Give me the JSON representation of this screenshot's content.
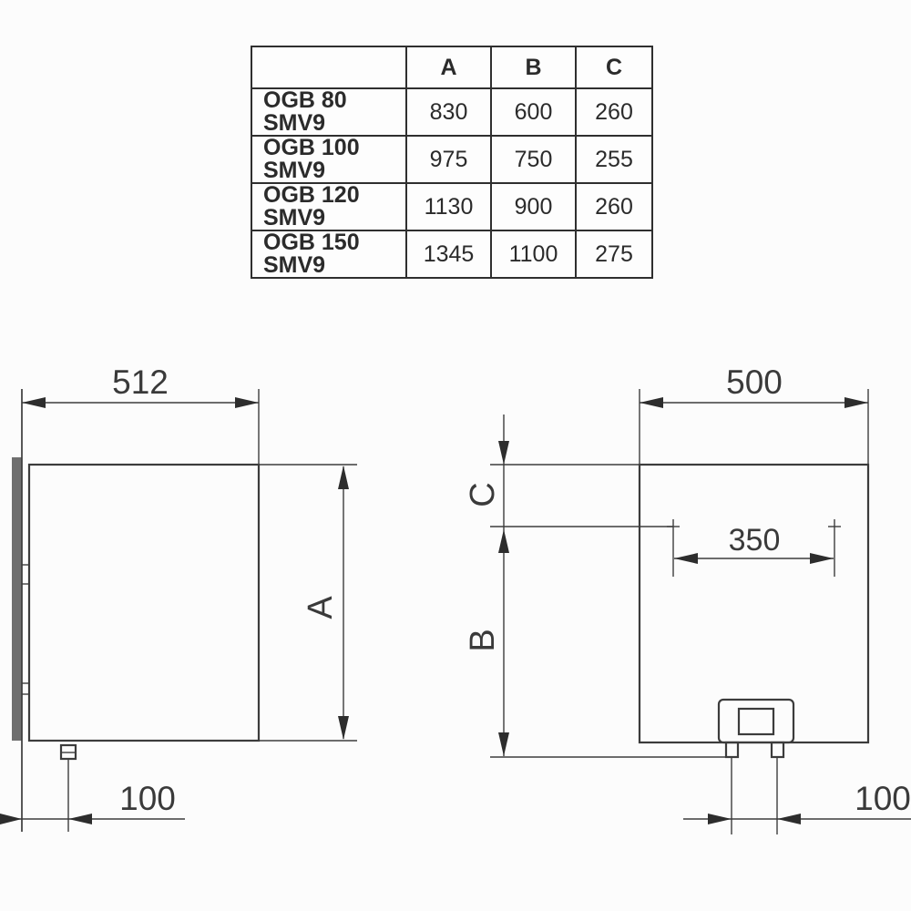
{
  "table": {
    "headers": {
      "model": "",
      "a": "A",
      "b": "B",
      "c": "C"
    },
    "rows": [
      {
        "label": "OGB 80 SMV9",
        "a": "830",
        "b": "600",
        "c": "260"
      },
      {
        "label": "OGB 100 SMV9",
        "a": "975",
        "b": "750",
        "c": "255"
      },
      {
        "label": "OGB 120 SMV9",
        "a": "1130",
        "b": "900",
        "c": "260"
      },
      {
        "label": "OGB 150 SMV9",
        "a": "1345",
        "b": "1100",
        "c": "275"
      }
    ]
  },
  "side_view": {
    "depth": "512",
    "height": "A",
    "pipe_offset": "100"
  },
  "front_view": {
    "width": "500",
    "top_offset": "C",
    "bracket_height": "B",
    "hole_spacing": "350",
    "pipe_spacing": "100"
  },
  "colors": {
    "line": "#3c3c3c",
    "wall_rail": "#6f6f6f",
    "background": "#fcfcfc"
  }
}
